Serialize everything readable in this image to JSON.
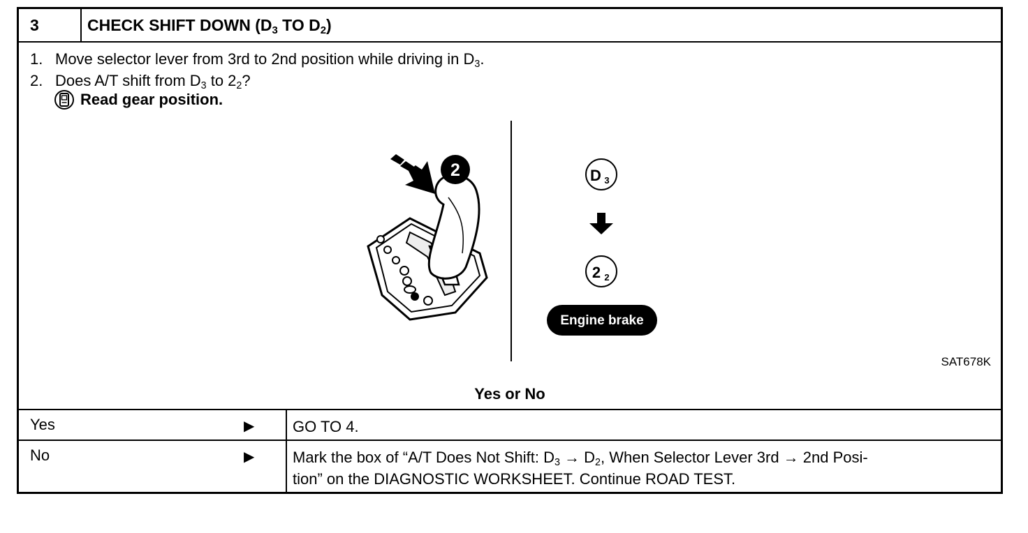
{
  "header": {
    "number": "3",
    "title_pre": "CHECK SHIFT DOWN (D",
    "title_sub1": "3",
    "title_mid": " TO D",
    "title_sub2": "2",
    "title_post": ")"
  },
  "steps": [
    {
      "num": "1.",
      "pre": "Move selector lever from 3rd to 2nd position while driving in D",
      "sub": "3",
      "post": "."
    },
    {
      "num": "2.",
      "pre": "Does A/T shift from D",
      "sub": "3",
      "mid": " to 2",
      "sub2": "2",
      "post": "?"
    }
  ],
  "note": "Read gear position.",
  "figure": {
    "id": "SAT678K",
    "step_badge": "2",
    "from_main": "D",
    "from_sub": "3",
    "to_main": "2",
    "to_sub": "2",
    "badge": "Engine brake"
  },
  "question": "Yes or No",
  "answers": [
    {
      "label": "Yes",
      "text1": "GO TO 4."
    },
    {
      "label": "No",
      "p1": "Mark the box of “A/T Does Not Shift: D",
      "s1": "3",
      "p2": " → D",
      "s2": "2",
      "p3": ", When Selector Lever 3rd → 2nd Posi-",
      "line2": "tion” on the DIAGNOSTIC WORKSHEET. Continue ROAD TEST."
    }
  ],
  "arrow_glyph": "▶"
}
